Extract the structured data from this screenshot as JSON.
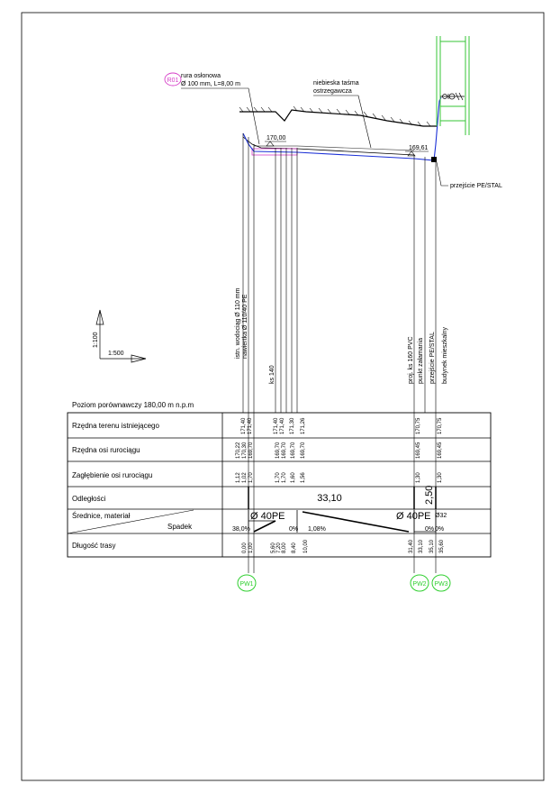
{
  "annotations": {
    "casing_badge": "R01",
    "casing_line1": "rura osłonowa",
    "casing_line2": "Ø 100 mm, L=8,00 m",
    "tape_line1": "niebieska taśma",
    "tape_line2": "ostrzegawcza",
    "elev_left": "170,00",
    "elev_right": "169,61",
    "transition": "przejście PE/STAL",
    "scale_vertical": "1:100",
    "scale_horizontal": "1:500"
  },
  "vertical_labels": {
    "existing_line1": "istn. wodociąg Ø 110 mm",
    "existing_line2": "nawiertka Ø 110/40 PE",
    "ks140": "ks 140",
    "proj_ks160": "proj. ks 160 PVC",
    "bend_point": "punkt załamania",
    "pe_steel": "przejście PE/STAL",
    "building": "budynek mieszkalny"
  },
  "table": {
    "reference_level": "Poziom porównawczy 180,00 m n.p.m",
    "rows": {
      "terrain": "Rzędna terenu istniejącego",
      "axis": "Rzędna osi rurociągu",
      "depth": "Zagłębienie osi rurociągu",
      "distances": "Odległości",
      "diameters": "Średnice, materiał",
      "slope": "Spadek",
      "length": "Długość trasy"
    },
    "terrain_values": [
      "171,40",
      "171,40",
      "171,40",
      "171,40",
      "171,30",
      "171,26",
      "170,75",
      "170,75"
    ],
    "axis_values": [
      "170,22",
      "170,30",
      "169,70",
      "169,70",
      "169,70",
      "169,70",
      "169,70",
      "169,45",
      "169,45"
    ],
    "depth_values": [
      "1,12",
      "1,02",
      "1,70",
      "1,70",
      "1,70",
      "1,60",
      "1,56",
      "1,30",
      "1,30"
    ],
    "length_values": [
      "0,00",
      "1,00",
      "5,60",
      "7,20",
      "8,00",
      "8,40",
      "10,00",
      "31,40",
      "33,10",
      "35,10",
      "35,60"
    ],
    "distance_main": "33,10",
    "distance_short": "2,50",
    "diameter_left": "Ø 40PE",
    "diameter_right": "Ø 40PE",
    "diameter_small": "Ø32",
    "slope_1": "38,0%",
    "slope_2": "0%",
    "slope_3": "1,08%",
    "slope_4": "0%",
    "slope_5": "0%"
  },
  "nodes": {
    "pw1": "PW1",
    "pw2": "PW2",
    "pw3": "PW3"
  },
  "colors": {
    "pipe": "#1a2fd6",
    "casing": "#d63fc8",
    "node": "#2fcf2f",
    "building": "#35c435",
    "line": "#000000"
  }
}
